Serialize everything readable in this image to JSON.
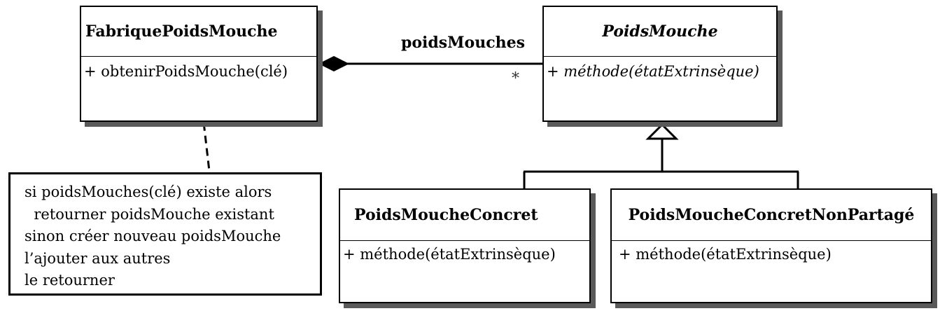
{
  "classes": {
    "factory": {
      "name": "FabriquePoidsMouche",
      "operation": "+ obtenirPoidsMouche(clé)"
    },
    "flyweight": {
      "name": "PoidsMouche",
      "operation": "+ méthode(étatExtrinsèque)"
    },
    "concrete": {
      "name": "PoidsMoucheConcret",
      "operation": "+ méthode(étatExtrinsèque)"
    },
    "unshared": {
      "name": "PoidsMoucheConcretNonPartagé",
      "operation": "+ méthode(étatExtrinsèque)"
    }
  },
  "association": {
    "role": "poidsMouches",
    "multiplicity": "*"
  },
  "note": {
    "lines": [
      "si poidsMouches(clé) existe alors",
      "  retourner poidsMouche existant",
      "sinon créer nouveau poidsMouche",
      "l’ajouter aux autres",
      "le retourner"
    ]
  }
}
